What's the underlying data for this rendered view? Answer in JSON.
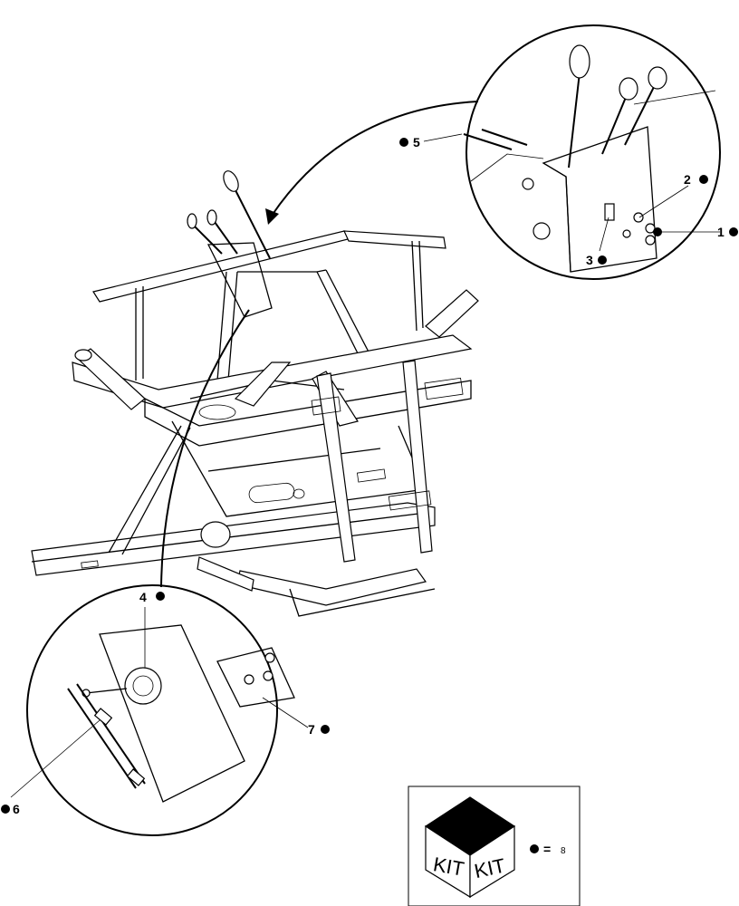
{
  "callouts": [
    {
      "id": "1",
      "label": "1"
    },
    {
      "id": "2",
      "label": "2"
    },
    {
      "id": "3",
      "label": "3"
    },
    {
      "id": "4",
      "label": "4"
    },
    {
      "id": "5",
      "label": "5"
    },
    {
      "id": "6",
      "label": "6"
    },
    {
      "id": "7",
      "label": "7"
    }
  ],
  "kit_legend": {
    "box_label_left": "KIT",
    "box_label_right": "KIT",
    "equals": "=",
    "kit_number": "8"
  },
  "colors": {
    "ink": "#000000",
    "paper": "#ffffff"
  }
}
